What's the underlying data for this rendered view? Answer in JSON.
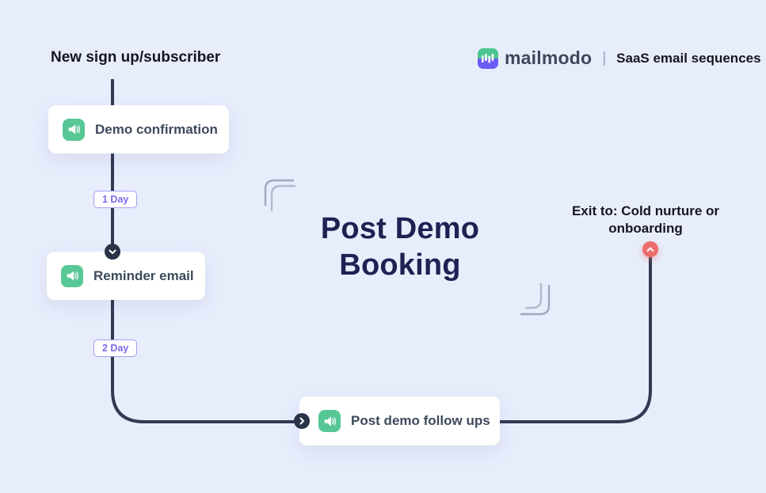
{
  "title": {
    "line1": "Post Demo",
    "line2": "Booking"
  },
  "brand": {
    "name": "mailmodo",
    "separator": "|",
    "tagline": "SaaS email sequences"
  },
  "flow": {
    "start_label": "New sign up/subscriber",
    "nodes": [
      {
        "label": "Demo confirmation",
        "icon": "megaphone-icon"
      },
      {
        "label": "Reminder email",
        "icon": "megaphone-icon"
      },
      {
        "label": "Post demo follow ups",
        "icon": "megaphone-icon"
      }
    ],
    "delays": [
      {
        "label": "1 Day"
      },
      {
        "label": "2 Day"
      }
    ],
    "markers": [
      {
        "icon": "chevron-down-icon"
      },
      {
        "icon": "chevron-right-icon"
      },
      {
        "icon": "chevron-up-icon"
      }
    ],
    "exit": {
      "line1": "Exit to: Cold nurture or",
      "line2": "onboarding"
    }
  },
  "colors": {
    "background": "#E8EDFC",
    "connector": "#303A52",
    "card_text": "#3D4A5C",
    "node_icon_green": "#57C795",
    "badge_purple_text": "#7A6BE9",
    "badge_purple_border": "#A99CF3",
    "title_navy": "#1F2152",
    "exit_marker_red": "#EA6D6B",
    "marker_dark": "#2B3349",
    "logo_green": "#4DC591",
    "logo_purple": "#6C5CF6"
  }
}
